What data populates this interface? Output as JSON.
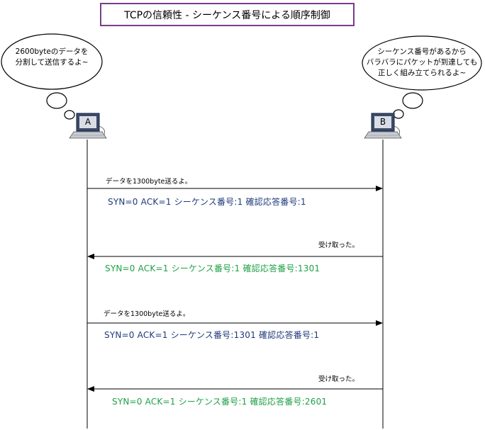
{
  "title": "TCPの信頼性 - シーケンス番号による順序制御",
  "bubbles": {
    "left": {
      "line1": "2600byteのデータを",
      "line2": "分割して送信するよ~"
    },
    "right": {
      "line1": "シーケンス番号があるから",
      "line2": "バラバラにパケットが到達しても",
      "line3": "正しく組み立てられるよ~"
    }
  },
  "hosts": {
    "a": "A",
    "b": "B"
  },
  "messages": [
    {
      "label": "データを1300byte送るよ。",
      "header": "SYN=0  ACK=1    シーケンス番号:1  確認応答番号:1",
      "direction": "A→B"
    },
    {
      "label": "受け取った。",
      "header": "SYN=0  ACK=1    シーケンス番号:1  確認応答番号:1301",
      "direction": "B→A"
    },
    {
      "label": "データを1300byte送るよ。",
      "header": "SYN=0  ACK=1    シーケンス番号:1301  確認応答番号:1",
      "direction": "A→B"
    },
    {
      "label": "受け取った。",
      "header": "SYN=0  ACK=1    シーケンス番号:1  確認応答番号:2601",
      "direction": "B→A"
    }
  ],
  "colors": {
    "title_border": "#7a3d8c",
    "request_text": "#1f3a7a",
    "response_text": "#1fa046",
    "line": "#000000"
  }
}
